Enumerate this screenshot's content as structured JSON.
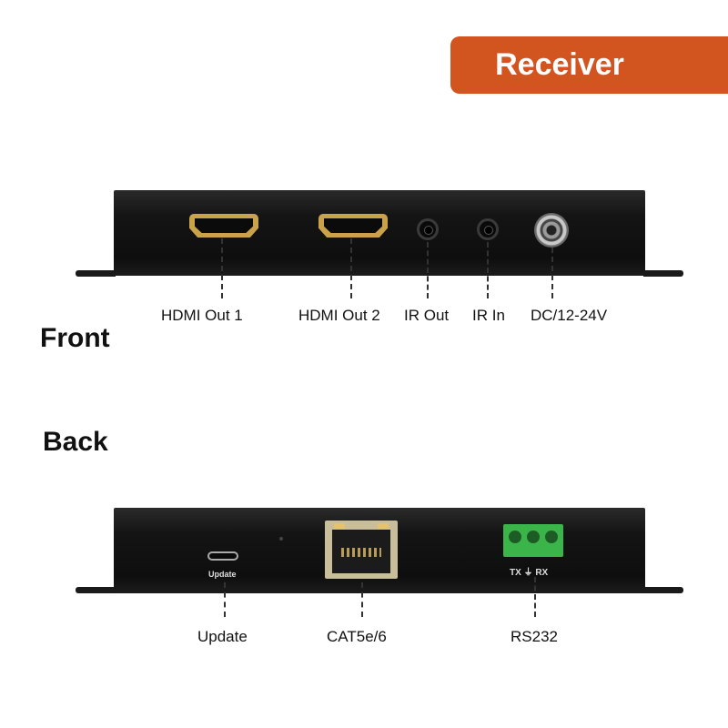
{
  "badge": {
    "title": "Receiver",
    "color": "#d2541e"
  },
  "front": {
    "heading": "Front",
    "ports": [
      {
        "label": "HDMI Out 1",
        "icon": "hdmi-port-icon"
      },
      {
        "label": "HDMI Out 2",
        "icon": "hdmi-port-icon"
      },
      {
        "label": "IR Out",
        "icon": "audio-jack-icon"
      },
      {
        "label": "IR In",
        "icon": "audio-jack-icon"
      },
      {
        "label": "DC/12-24V",
        "icon": "dc-power-jack-icon"
      }
    ]
  },
  "back": {
    "heading": "Back",
    "usb_text": "Update",
    "terminal_text": "TX ⏚ RX",
    "ports": [
      {
        "label": "Update",
        "icon": "micro-usb-port-icon"
      },
      {
        "label": "CAT5e/6",
        "icon": "rj45-port-icon"
      },
      {
        "label": "RS232",
        "icon": "terminal-block-icon"
      }
    ]
  }
}
